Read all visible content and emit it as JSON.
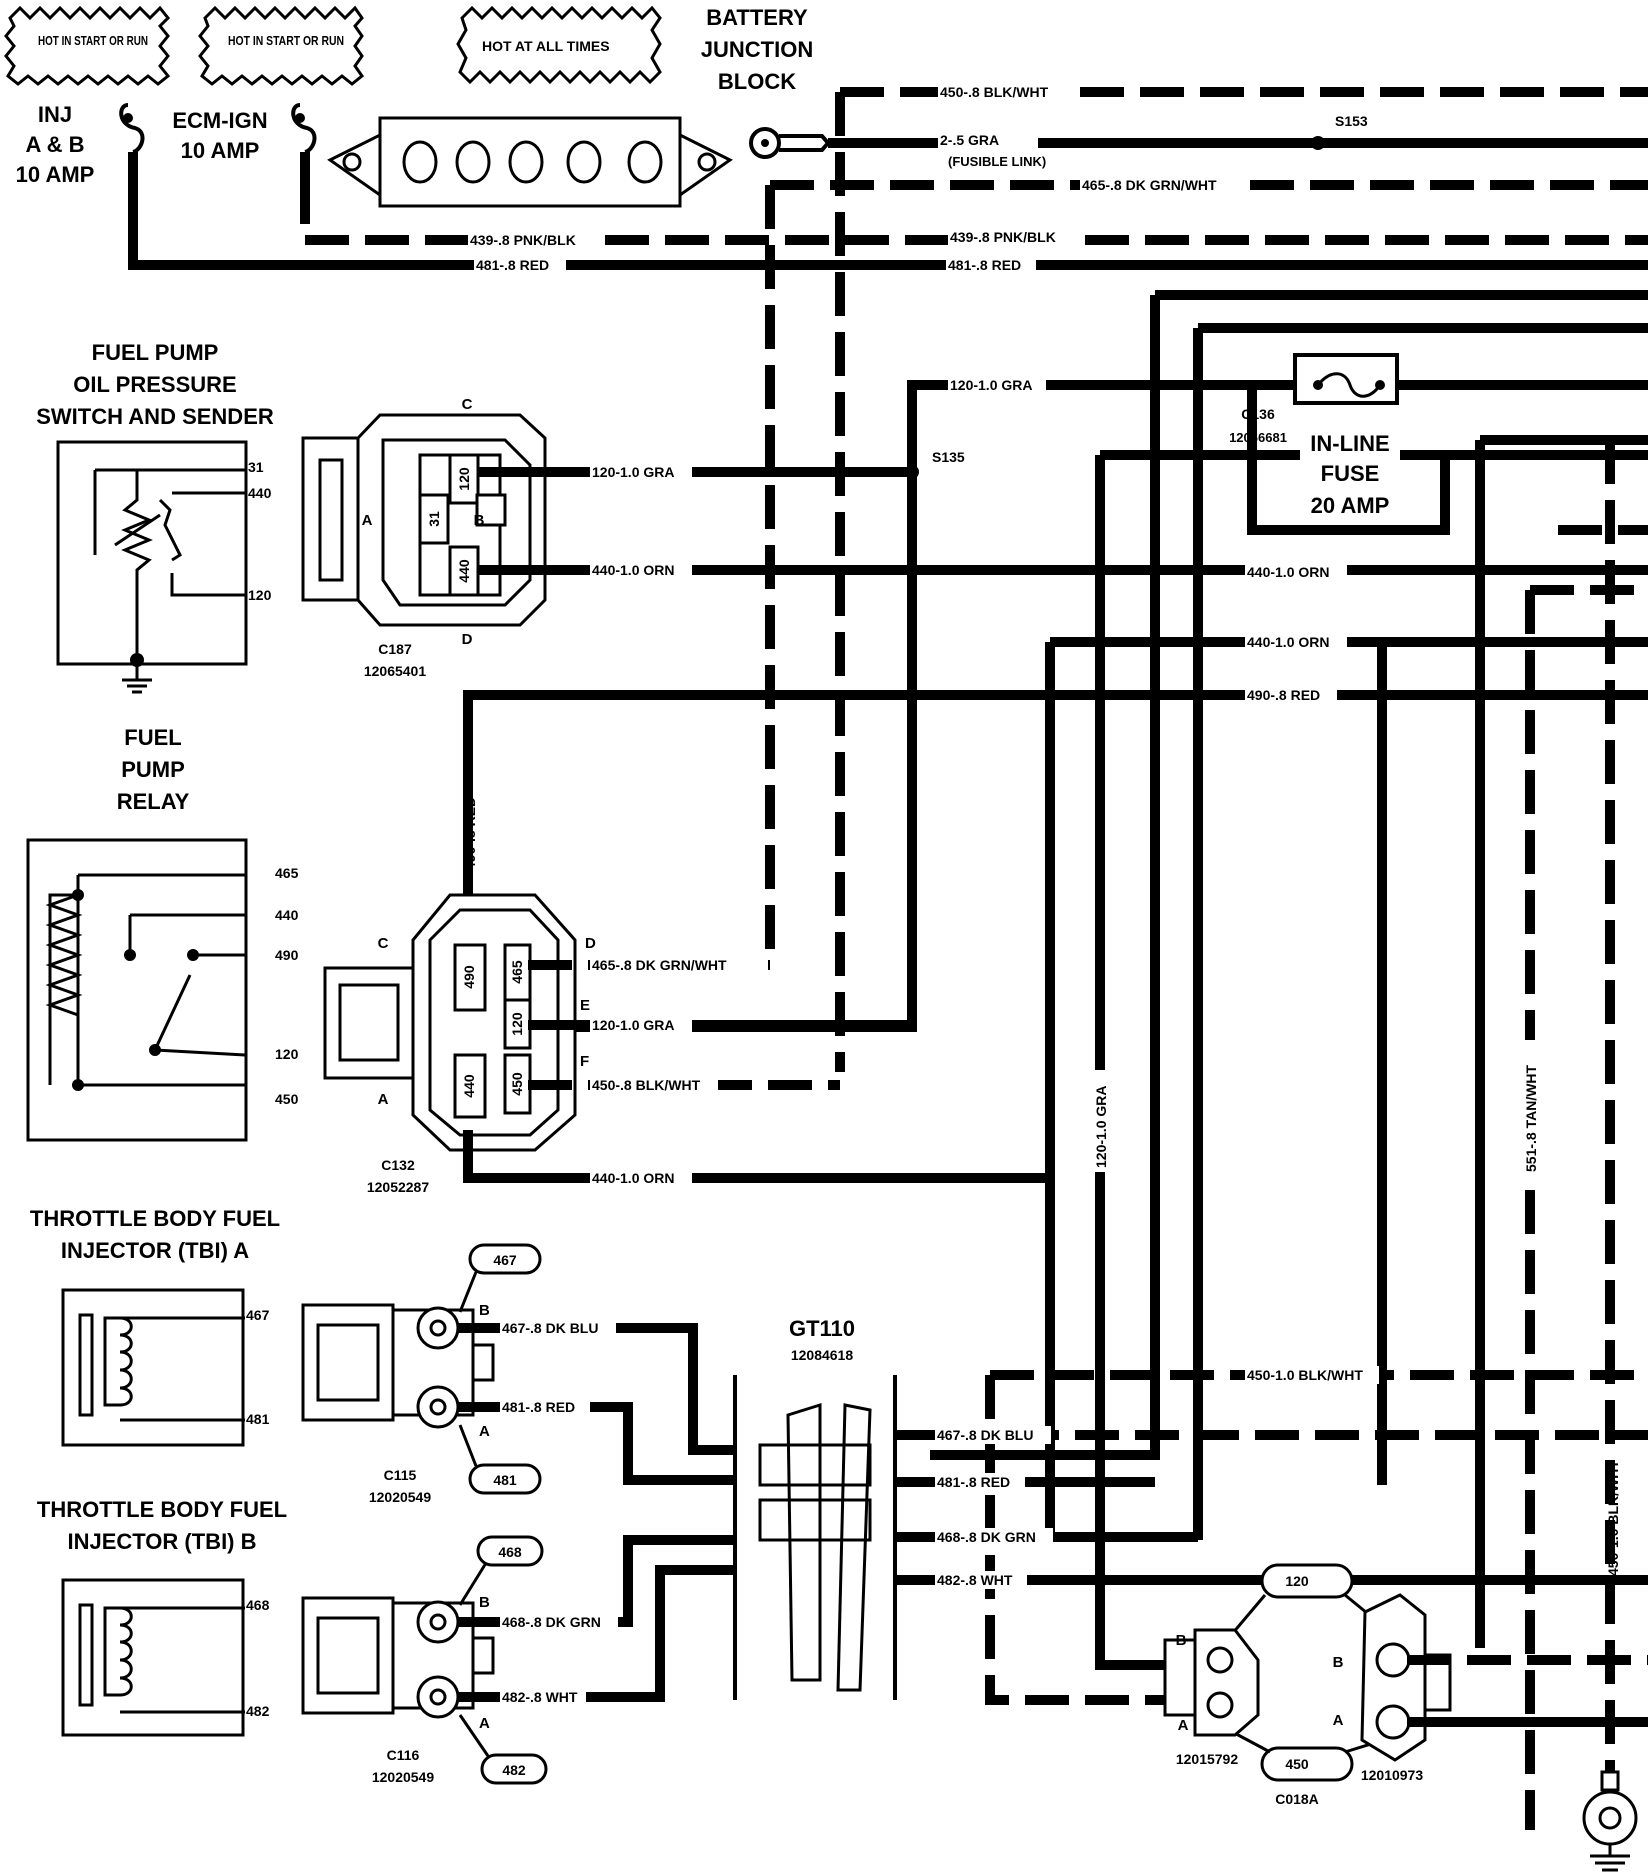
{
  "hot_flags": {
    "start_run_1": "HOT IN START OR RUN",
    "start_run_2": "HOT IN START OR RUN",
    "all_times": "HOT AT ALL TIMES"
  },
  "fuses": {
    "inj_line1": "INJ",
    "inj_line2": "A & B",
    "inj_line3": "10 AMP",
    "ecm_line1": "ECM-IGN",
    "ecm_line2": "10 AMP"
  },
  "battery_block": {
    "line1": "BATTERY",
    "line2": "JUNCTION",
    "line3": "BLOCK"
  },
  "top_wires": {
    "w450": "450-.8 BLK/WHT",
    "w2": "2-.5 GRA",
    "fusible": "(FUSIBLE LINK)",
    "s153": "S153",
    "w465": "465-.8 DK GRN/WHT",
    "w439a": "439-.8 PNK/BLK",
    "w439b": "439-.8 PNK/BLK",
    "w481a": "481-.8 RED",
    "w481b": "481-.8 RED"
  },
  "oil_switch": {
    "title1": "FUEL PUMP",
    "title2": "OIL PRESSURE",
    "title3": "SWITCH AND SENDER",
    "pin31": "31",
    "pin440": "440",
    "pin120": "120",
    "conn_c": "C",
    "conn_a": "A",
    "conn_b": "B",
    "conn_d": "D",
    "cav120": "120",
    "cav31": "31",
    "cav440": "440",
    "conn_name": "C187",
    "conn_part": "12065401",
    "wire120": "120-1.0 GRA",
    "wire440": "440-1.0 ORN",
    "s135": "S135"
  },
  "inline_fuse": {
    "w120": "120-1.0 GRA",
    "c136": "C136",
    "part": "12066681",
    "line1": "IN-LINE",
    "line2": "FUSE",
    "line3": "20 AMP"
  },
  "mid_wires": {
    "w440a": "440-1.0 ORN",
    "w440b": "440-1.0 ORN",
    "w490": "490-.8 RED"
  },
  "relay": {
    "title1": "FUEL",
    "title2": "PUMP",
    "title3": "RELAY",
    "p465": "465",
    "p440": "440",
    "p490": "490",
    "p120": "120",
    "p450": "450",
    "conn_c": "C",
    "conn_a": "A",
    "conn_d": "D",
    "conn_e": "E",
    "conn_f": "F",
    "cav490": "490",
    "cav465": "465",
    "cav120": "120",
    "cav440": "440",
    "cav450": "450",
    "w490vert": "490-.8 RED",
    "w465": "465-.8 DK GRN/WHT",
    "w120": "120-1.0 GRA",
    "w450": "450-.8 BLK/WHT",
    "w440": "440-1.0 ORN",
    "conn_name": "C132",
    "conn_part": "12052287"
  },
  "verticals": {
    "w120": "120-1.0 GRA",
    "w551": "551-.8 TAN/WHT",
    "w450": "450-1.0 BLK/WHT"
  },
  "injector_a": {
    "title1": "THROTTLE BODY FUEL",
    "title2": "INJECTOR (TBI) A",
    "p467": "467",
    "p481": "481",
    "tag467": "467",
    "tag481": "481",
    "pin_b": "B",
    "pin_a": "A",
    "w467": "467-.8 DK BLU",
    "w481": "481-.8 RED",
    "conn_name": "C115",
    "conn_part": "12020549"
  },
  "injector_b": {
    "title1": "THROTTLE BODY FUEL",
    "title2": "INJECTOR (TBI) B",
    "p468": "468",
    "p482": "482",
    "tag468": "468",
    "tag482": "482",
    "pin_b": "B",
    "pin_a": "A",
    "w468": "468-.8 DK GRN",
    "w482": "482-.8 WHT",
    "conn_name": "C116",
    "conn_part": "12020549"
  },
  "gt110": {
    "name": "GT110",
    "part": "12084618",
    "w467": "467-.8 DK BLU",
    "w481": "481-.8 RED",
    "w468": "468-.8 DK GRN",
    "w482": "482-.8 WHT",
    "w450": "450-1.0 BLK/WHT"
  },
  "c018a": {
    "tag120": "120",
    "tag450": "450",
    "pin_b_left": "B",
    "pin_a_left": "A",
    "pin_b_right": "B",
    "pin_a_right": "A",
    "part_left": "12015792",
    "part_right": "12010973",
    "name": "C018A"
  }
}
